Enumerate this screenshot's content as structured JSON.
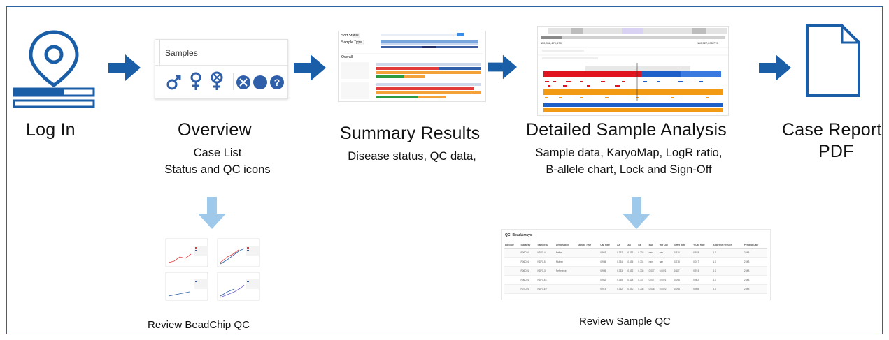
{
  "colors": {
    "accent": "#1b5ea8",
    "arrow_light": "#9ec9ea",
    "frame": "#2a64a6",
    "text": "#111111"
  },
  "steps": [
    {
      "title": "Log In",
      "icon": "map-pin-login-icon"
    },
    {
      "title": "Overview",
      "lines": [
        "Case List",
        "Status and QC icons"
      ]
    },
    {
      "title": "Summary Results",
      "lines": [
        "Disease status, QC data,"
      ]
    },
    {
      "title": "Detailed Sample Analysis",
      "lines": [
        "Sample data, KaryoMap, LogR ratio,",
        "B-allele chart, Lock and Sign-Off"
      ]
    },
    {
      "title": "Case Report",
      "title2": "PDF",
      "icon": "pdf-document-icon"
    }
  ],
  "overview_thumb": {
    "header": "Samples"
  },
  "branches": [
    {
      "caption": "Review BeadChip QC"
    },
    {
      "caption": "Review Sample QC"
    }
  ],
  "sample_qc_table": {
    "title": "QC: BeadArrays",
    "headers": [
      "Barcode",
      "Subarray",
      "Sample ID",
      "Designation",
      "Sample Type",
      "Call Rate",
      "AA",
      "AB",
      "BB",
      "BAF",
      "Het Call",
      "X Het Rate",
      "Y Call Rate",
      "Algorithm version",
      "Pending Date"
    ],
    "rows": [
      [
        "",
        "R06C01",
        "NDF1-4",
        "Father",
        "",
        "0.997",
        "0.332",
        "0.336",
        "0.332",
        "nan",
        "nan",
        "0.310",
        "0.978",
        "1.1",
        "2 MB"
      ],
      [
        "",
        "R06C01",
        "NDF1-5",
        "Mother",
        "",
        "0.998",
        "0.334",
        "0.335",
        "0.331",
        "nan",
        "nan",
        "0.278",
        "0.017",
        "1.1",
        "2 MB"
      ],
      [
        "",
        "R06C01",
        "NDF1-3",
        "Reference",
        "",
        "0.995",
        "0.333",
        "0.332",
        "0.335",
        "0.017",
        "0.0021",
        "0.117",
        "0.974",
        "1.1",
        "2 MB"
      ],
      [
        "",
        "R06C01",
        "NDF1-E1",
        "",
        "",
        "0.982",
        "0.335",
        "0.328",
        "0.337",
        "0.017",
        "0.0021",
        "0.098",
        "0.982",
        "1.1",
        "2 MB"
      ],
      [
        "",
        "R07C01",
        "NDF1-E2",
        "",
        "",
        "0.973",
        "0.332",
        "0.330",
        "0.338",
        "0.016",
        "0.0022",
        "0.098",
        "0.958",
        "1.1",
        "2 MB"
      ]
    ]
  },
  "detail_thumb": {
    "range_left": "110,362,470,678",
    "range_right": "110,527,205,778"
  },
  "summary_thumb": {
    "labels": [
      "Sort Status",
      "Sample Type",
      "Overall"
    ]
  }
}
